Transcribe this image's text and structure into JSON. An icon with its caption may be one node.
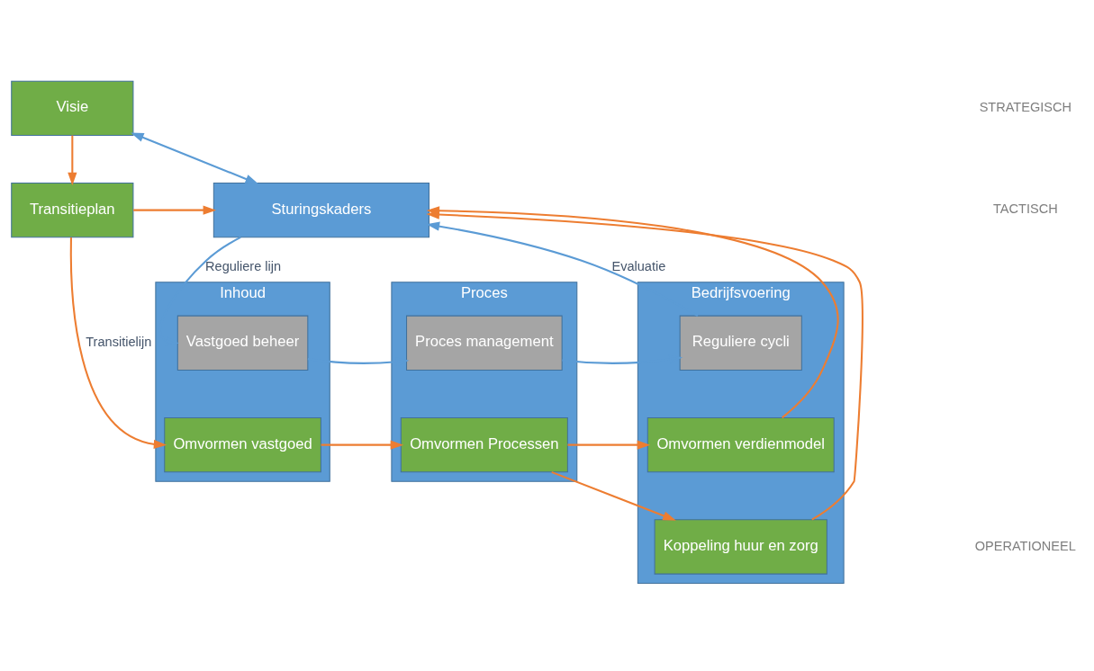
{
  "diagram": {
    "nodes": [
      {
        "text": [
          "Visie"
        ]
      },
      {
        "text": [
          "Transitieplan"
        ]
      },
      {
        "text": [
          "Sturingskaders"
        ]
      },
      {
        "text": [
          "Inhoud"
        ]
      },
      {
        "text": [
          "Vastgoed beheer"
        ],
        "in": 3
      },
      {
        "text": [
          "Omvormen vastgoed"
        ],
        "in": 3
      },
      {
        "text": [
          "Proces"
        ]
      },
      {
        "text": [
          "Proces management"
        ],
        "in": 6
      },
      {
        "text": [
          "Omvormen Processen"
        ],
        "in": 6
      },
      {
        "text": [
          "Bedrijfsvoering"
        ]
      },
      {
        "text": [
          "Reguliere cycli"
        ],
        "in": 9
      },
      {
        "text": [
          "Omvormen verdienmodel"
        ],
        "in": 9
      },
      {
        "text": [
          "Koppeling huur en zorg"
        ],
        "in": 9
      }
    ],
    "edges": [
      {
        "from": 2,
        "to": 0,
        "arrow": "both",
        "color": "#5b9bd5"
      },
      {
        "from": 0,
        "to": 1,
        "arrow": "to"
      },
      {
        "from": 1,
        "to": 2,
        "arrow": "to"
      },
      {
        "from": 2,
        "to": 4,
        "arrow": "to",
        "label": "Reguliere lijn",
        "color": "#5b9bd5"
      },
      {
        "from": 4,
        "to": 7,
        "arrow": "to",
        "color": "#5b9bd5"
      },
      {
        "from": 7,
        "to": 10,
        "arrow": "to",
        "color": "#5b9bd5"
      },
      {
        "from": 10,
        "to": 2,
        "arrow": "to",
        "label": "Evaluatie",
        "color": "#5b9bd5"
      },
      {
        "from": 1,
        "to": 5,
        "arrow": "to",
        "label": "Transitielijn"
      },
      {
        "from": 5,
        "to": 8,
        "arrow": "to"
      },
      {
        "from": 8,
        "to": 11,
        "arrow": "to"
      },
      {
        "from": 8,
        "to": 12,
        "arrow": "to"
      },
      {
        "from": 11,
        "to": 2,
        "arrow": "to"
      },
      {
        "from": 12,
        "to": 2,
        "arrow": "to"
      }
    ],
    "labels": [
      "STRATEGISCH",
      "TACTISCH",
      "OPERATIONEEL"
    ]
  }
}
